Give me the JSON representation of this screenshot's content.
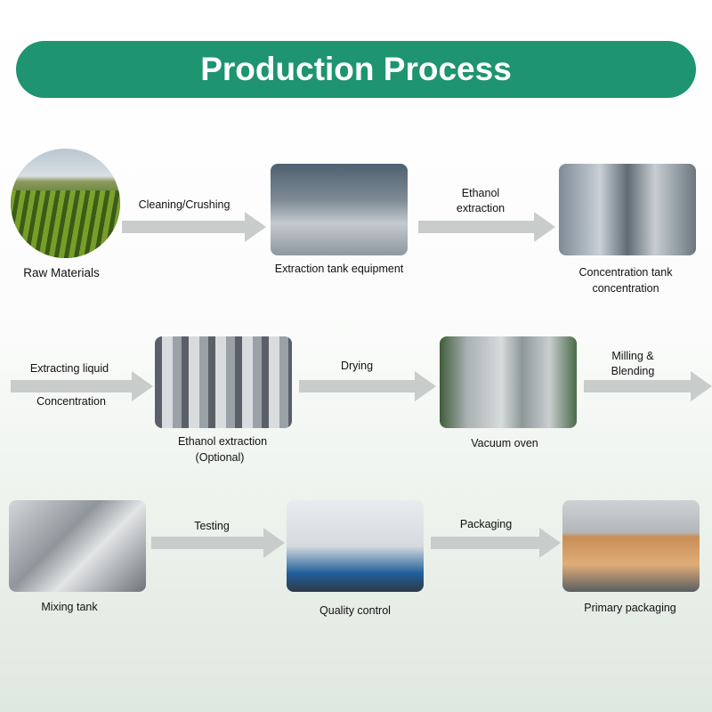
{
  "header": {
    "title": "Production Process"
  },
  "steps": {
    "raw_materials": "Raw Materials",
    "extraction_tank": "Extraction tank equipment",
    "concentration_tank_1": "Concentration tank",
    "concentration_tank_2": "concentration",
    "ethanol_extraction_1": "Ethanol extraction",
    "ethanol_extraction_2": "(Optional)",
    "vacuum_oven": "Vacuum oven",
    "mixing_tank": "Mixing tank",
    "quality_control": "Quality control",
    "primary_packaging": "Primary packaging"
  },
  "arrows": {
    "cleaning": "Cleaning/Crushing",
    "ethanol_1": "Ethanol",
    "ethanol_2": "extraction",
    "extracting_liquid": "Extracting liquid",
    "concentration": "Concentration",
    "drying": "Drying",
    "milling_1": "Milling &",
    "milling_2": "Blending",
    "testing": "Testing",
    "packaging": "Packaging"
  },
  "colors": {
    "header": "#1e9470",
    "arrow": "#c8cdcc"
  }
}
